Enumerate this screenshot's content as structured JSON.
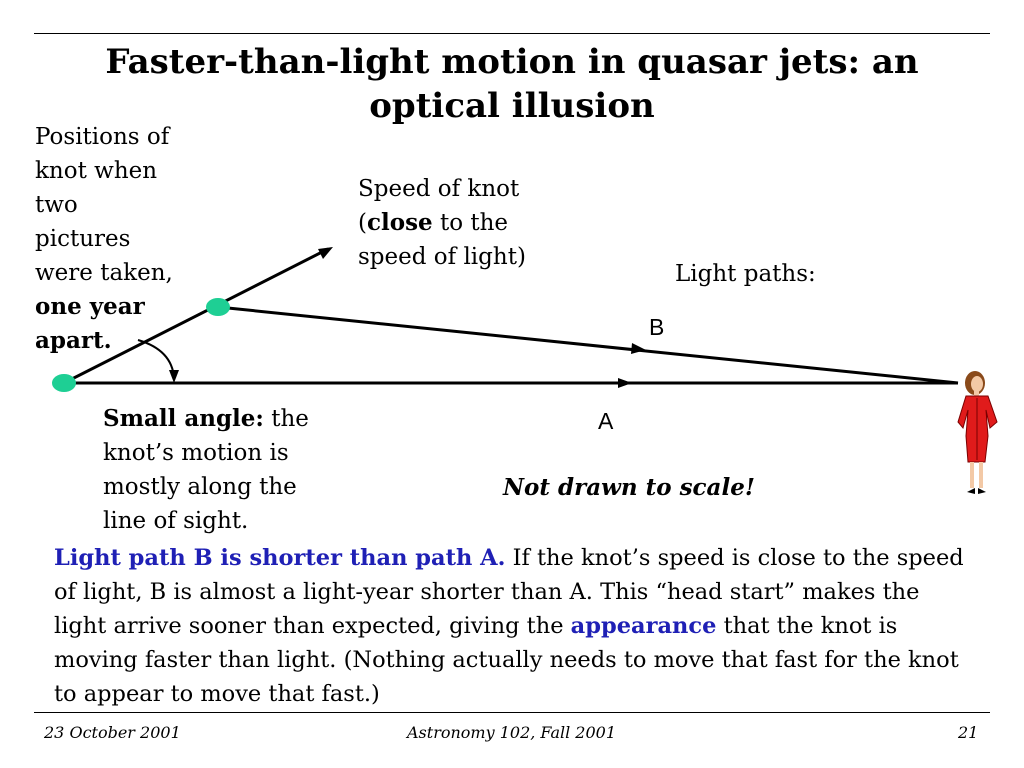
{
  "slide": {
    "title": "Faster-than-light motion in quasar jets: an optical illusion",
    "positions_label": {
      "line1": "Positions of",
      "line2": "knot when",
      "line3": "two",
      "line4": "pictures",
      "line5": "were taken,",
      "bold1": "one year",
      "bold2": "apart."
    },
    "speed_label": {
      "line1": "Speed of knot",
      "bold": "close",
      "line2_rest": " to the",
      "line3": "speed of light)",
      "paren_open": "("
    },
    "light_paths_label": "Light paths:",
    "path_b_label": "B",
    "path_a_label": "A",
    "small_angle": {
      "bold": "Small angle:",
      "line1_rest": " the",
      "line2": "knot’s motion is",
      "line3": "mostly along the",
      "line4": "line of sight."
    },
    "scale_note": "Not drawn to scale!",
    "body": {
      "highlight": "Light path B is shorter than path A.",
      "part1": " If the knot’s speed is close to the speed of light, B is almost a light-year shorter than A. This “head start” makes the light arrive sooner than expected, giving the ",
      "highlight2": "appearance",
      "part2": " that the knot is moving faster than light.  (Nothing actually needs to move that fast for the knot to appear to move that fast.)"
    },
    "footer": {
      "date": "23 October 2001",
      "course": "Astronomy 102, Fall 2001",
      "page": "21"
    }
  },
  "colors": {
    "knot": "#1ecf94",
    "highlight": "#1f20b5",
    "observer_dress": "#e01b1b"
  },
  "icons": [
    "knot-dot",
    "observer-woman-clipart",
    "arrowhead"
  ]
}
